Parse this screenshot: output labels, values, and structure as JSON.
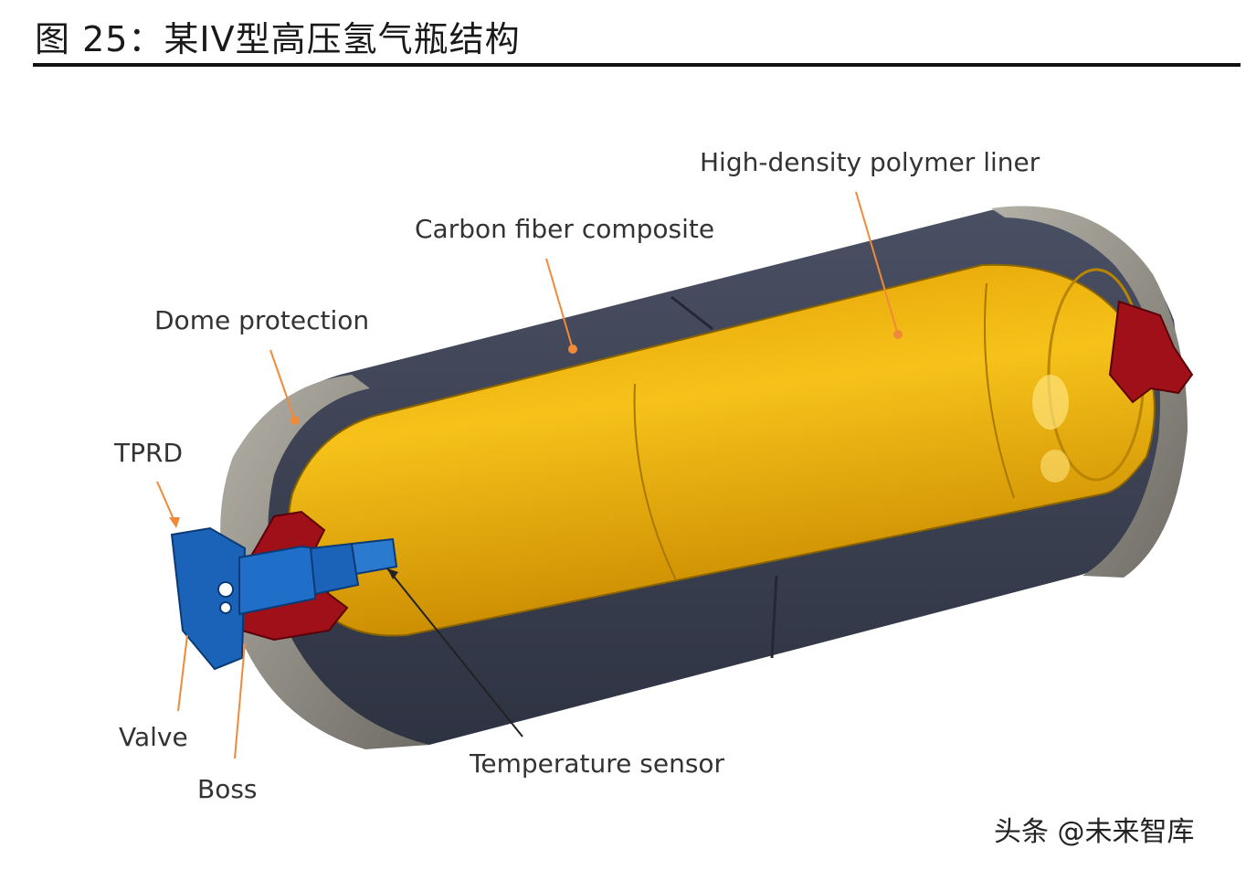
{
  "figure": {
    "title": "图 25：某IV型高压氢气瓶结构"
  },
  "diagram": {
    "labels": {
      "liner": "High-density polymer liner",
      "carbon": "Carbon fiber composite",
      "dome": "Dome protection",
      "tprd": "TPRD",
      "valve": "Valve",
      "boss": "Boss",
      "sensor": "Temperature sensor"
    },
    "colors": {
      "shell": "#3b4152",
      "liner": "#f2b40a",
      "dome": "#8f8c83",
      "boss": "#a01018",
      "valve": "#1a63b8",
      "leader": "#f08a3a"
    }
  },
  "watermark": "头条 @未来智库"
}
